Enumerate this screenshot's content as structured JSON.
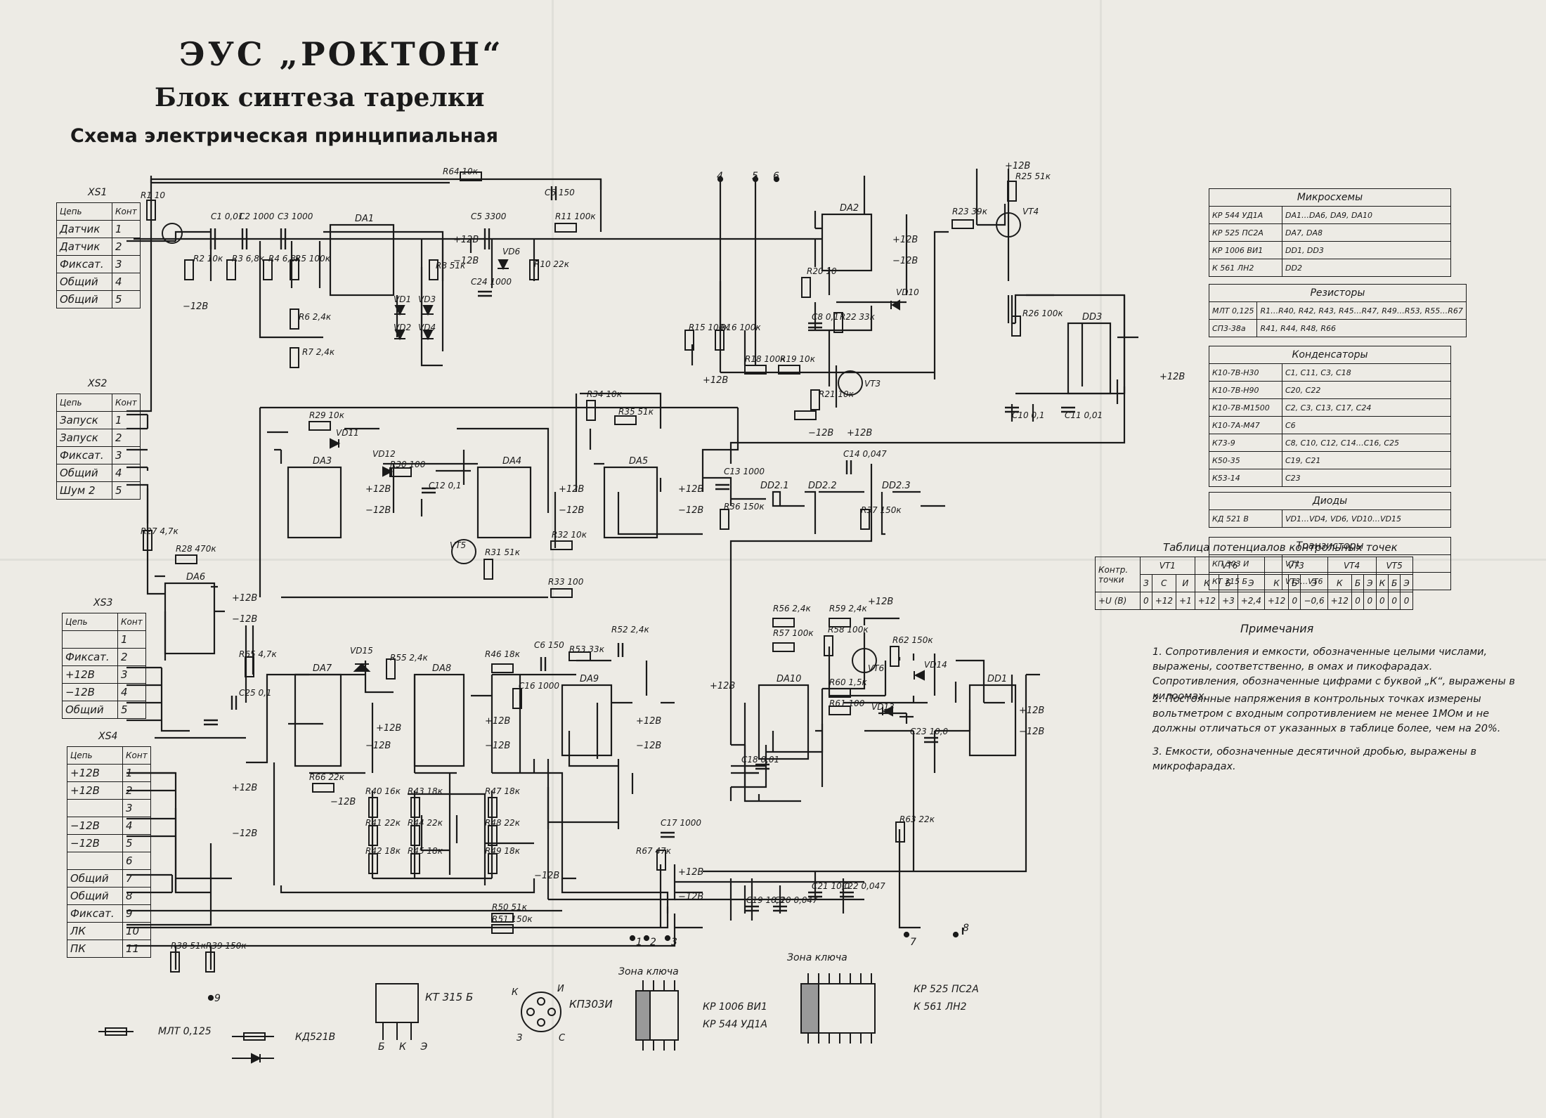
{
  "title": {
    "main": "ЭУС „РОКТОН“",
    "sub": "Блок синтеза тарелки",
    "type": "Схема электрическая принципиальная"
  },
  "connectors": [
    {
      "name": "XS1",
      "header": [
        "Цепь",
        "Конт"
      ],
      "rows": [
        [
          "Датчик",
          "1"
        ],
        [
          "Датчик",
          "2"
        ],
        [
          "Фиксат.",
          "3"
        ],
        [
          "Общий",
          "4"
        ],
        [
          "Общий",
          "5"
        ]
      ]
    },
    {
      "name": "XS2",
      "header": [
        "Цепь",
        "Конт"
      ],
      "rows": [
        [
          "Запуск",
          "1"
        ],
        [
          "Запуск",
          "2"
        ],
        [
          "Фиксат.",
          "3"
        ],
        [
          "Общий",
          "4"
        ],
        [
          "Шум 2",
          "5"
        ]
      ]
    },
    {
      "name": "XS3",
      "header": [
        "Цепь",
        "Конт"
      ],
      "rows": [
        [
          "",
          "1"
        ],
        [
          "Фиксат.",
          "2"
        ],
        [
          "+12В",
          "3"
        ],
        [
          "−12В",
          "4"
        ],
        [
          "Общий",
          "5"
        ]
      ]
    },
    {
      "name": "XS4",
      "header": [
        "Цепь",
        "Конт"
      ],
      "rows": [
        [
          "+12В",
          "1"
        ],
        [
          "+12В",
          "2"
        ],
        [
          "",
          "3"
        ],
        [
          "−12В",
          "4"
        ],
        [
          "−12В",
          "5"
        ],
        [
          "",
          "6"
        ],
        [
          "Общий",
          "7"
        ],
        [
          "Общий",
          "8"
        ],
        [
          "Фиксат.",
          "9"
        ],
        [
          "ЛК",
          "10"
        ],
        [
          "ПК",
          "11"
        ]
      ]
    }
  ],
  "bom": [
    {
      "title": "Микросхемы",
      "rows": [
        [
          "КР 544 УД1А",
          "DA1…DA6, DA9, DA10"
        ],
        [
          "КР 525 ПС2А",
          "DA7, DA8"
        ],
        [
          "КР 1006 ВИ1",
          "DD1, DD3"
        ],
        [
          "К 561 ЛН2",
          "DD2"
        ]
      ]
    },
    {
      "title": "Резисторы",
      "rows": [
        [
          "МЛТ 0,125",
          "R1…R40, R42, R43, R45…R47, R49…R53, R55…R67"
        ],
        [
          "СП3-38а",
          "R41, R44, R48, R66"
        ]
      ]
    },
    {
      "title": "Конденсаторы",
      "rows": [
        [
          "К10-7В-Н30",
          "C1, C11, C3, C18"
        ],
        [
          "К10-7В-Н90",
          "C20, C22"
        ],
        [
          "К10-7В-М1500",
          "C2, C3,   C13, C17, C24"
        ],
        [
          "К10-7А-М47",
          "C6"
        ],
        [
          "К73-9",
          "C8, C10, C12, C14…C16, C25"
        ],
        [
          "К50-35",
          "C19, C21"
        ],
        [
          "К53-14",
          "C23"
        ]
      ]
    },
    {
      "title": "Диоды",
      "rows": [
        [
          "КД 521 В",
          "VD1…VD4, VD6, VD10…VD15"
        ]
      ]
    },
    {
      "title": "Транзисторы",
      "rows": [
        [
          "КП 303 И",
          "VT1"
        ],
        [
          "КТ 315 Б",
          "VT3…VT6"
        ]
      ]
    }
  ],
  "potentials": {
    "caption": "Таблица потенциалов контрольных точек",
    "row_head": "Контр. точки",
    "row_label": "+U (В)",
    "groups": [
      {
        "name": "VT1",
        "pins": [
          "З",
          "С",
          "И"
        ],
        "values": [
          "0",
          "+12",
          "+1"
        ]
      },
      {
        "name": "VT6",
        "pins": [
          "К",
          "Б",
          "Э"
        ],
        "values": [
          "+12",
          "+3",
          "+2,4"
        ]
      },
      {
        "name": "VT3",
        "pins": [
          "К",
          "Б",
          "Э"
        ],
        "values": [
          "+12",
          "0",
          "−0,6"
        ]
      },
      {
        "name": "VT4",
        "pins": [
          "К",
          "Б",
          "Э"
        ],
        "values": [
          "+12",
          "0",
          "0"
        ]
      },
      {
        "name": "VT5",
        "pins": [
          "К",
          "Б",
          "Э"
        ],
        "values": [
          "0",
          "0",
          "0"
        ]
      }
    ]
  },
  "notes": {
    "title": "Примечания",
    "items": [
      "1. Сопротивления и емкости, обозначенные целыми числами, выражены, соответственно, в омах и пикофарадах. Сопротивления, обозначенные цифрами с буквой „К“, выражены в килоомах.",
      "2. Постоянные напряжения в контрольных точках измерены вольтметром с входным сопротивлением не менее 1МОм и не должны отличаться от указанных в таблице более, чем на 20%.",
      "3. Емкости, обозначенные десятичной дробью, выражены в микрофарадах."
    ]
  },
  "legend": {
    "kt315": "КТ 315 Б",
    "kt315_pins": "Б К Э",
    "kp303": "КП303И",
    "kp303_pins": [
      "К",
      "И",
      "З",
      "С"
    ],
    "key_zone_1": "Зона ключа",
    "key_zone_2": "Зона ключа",
    "chip1": "КР 1006 ВИ1",
    "chip2": "КР 544 УД1А",
    "chip3": "КР 525 ПС2А",
    "chip4": "К 561 ЛН2",
    "resistor": "МЛТ 0,125",
    "diode": "КД521В"
  },
  "components": {
    "ic": [
      {
        "ref": "DA1"
      },
      {
        "ref": "DA2"
      },
      {
        "ref": "DA3"
      },
      {
        "ref": "DA4"
      },
      {
        "ref": "DA5"
      },
      {
        "ref": "DA6"
      },
      {
        "ref": "DA7"
      },
      {
        "ref": "DA8"
      },
      {
        "ref": "DA9"
      },
      {
        "ref": "DA10"
      },
      {
        "ref": "DD1"
      },
      {
        "ref": "DD3"
      },
      {
        "ref": "DD2.1"
      },
      {
        "ref": "DD2.2"
      },
      {
        "ref": "DD2.3"
      }
    ],
    "labels": [
      "R64 10к",
      "C6 150",
      "R11 100к",
      "C1 0,01",
      "C2 1000",
      "C3 1000",
      "C5 3300",
      "R1 10",
      "R2 10к",
      "R3 6,8к",
      "R4 6,8к",
      "R5 100к",
      "R6 2,4к",
      "R7 2,4к",
      "R8 51к",
      "VD6",
      "R10 22к",
      "C24 1000",
      "VD1",
      "VD2",
      "VD3",
      "VD4",
      "R23 39к",
      "R25 51к",
      "VT4",
      "R20 10",
      "C8 0,1",
      "R22 33к",
      "VD10",
      "R26 100к",
      "C10 0,1",
      "C11 0,01",
      "R15 100к",
      "R16 100к",
      "R18 100к",
      "R19 10к",
      "R21 10к",
      "VT3",
      "R29 10к",
      "VD11",
      "VD12",
      "R30 100",
      "C12 0,1",
      "R34 10к",
      "R35 51к",
      "R32 10к",
      "R31 51к",
      "VT5",
      "R33 100",
      "C13 1000",
      "R36 150к",
      "C14 0,047",
      "R37 150к",
      "R27 4,7к",
      "R28 470к",
      "R65 4,7к",
      "C25 0,1",
      "VD15",
      "R55 2,4к",
      "R66 22к",
      "R46 18к",
      "C6 150",
      "R53 33к",
      "C16 1000",
      "R52 2,4к",
      "R40 16к",
      "R41 22к",
      "R42 18к",
      "R43 18к",
      "R44 22к",
      "R45 18к",
      "R47 18к",
      "R48 22к",
      "R49 18к",
      "C17 1000",
      "R67 47к",
      "R56 2,4к",
      "R57 100к",
      "R58 100к",
      "R59 2,4к",
      "R62 150к",
      "VT6",
      "VD14",
      "R60 1,5к",
      "R61 100",
      "VD13",
      "C23 10,0",
      "C18 0,01",
      "R63 22к",
      "C19 10,0",
      "C20 0,047",
      "C21 10,0",
      "C22 0,047",
      "R50 51к",
      "R51 150к",
      "R38 51к",
      "R39 150к"
    ],
    "supplies": [
      "+12В",
      "−12В"
    ],
    "test_points": [
      "1",
      "2",
      "3",
      "4",
      "5",
      "6",
      "7",
      "8",
      "9"
    ]
  }
}
